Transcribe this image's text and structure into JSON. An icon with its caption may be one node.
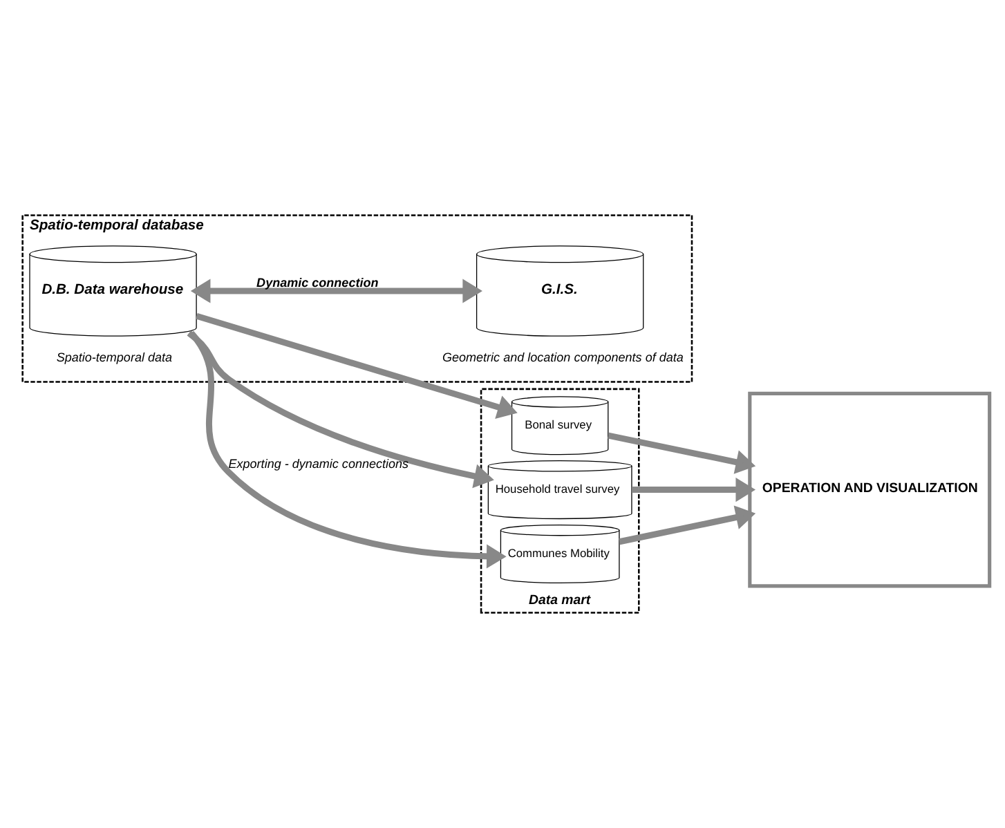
{
  "diagram": {
    "nodes": [
      {
        "text": [
          "Spatio-temporal database"
        ]
      },
      {
        "text": [
          "D.B. Data warehouse"
        ],
        "in": 0,
        "beside": [
          "Spatio-temporal data"
        ]
      },
      {
        "text": [
          "G.I.S."
        ],
        "in": 0,
        "beside": [
          "Geometric and location components of data"
        ]
      },
      {
        "text": [
          "Data mart"
        ]
      },
      {
        "text": [
          "Bonal survey"
        ],
        "in": 3
      },
      {
        "text": [
          "Household travel survey"
        ],
        "in": 3
      },
      {
        "text": [
          "Communes Mobility"
        ],
        "in": 3
      },
      {
        "text": [
          "OPERATION AND VISUALIZATION"
        ]
      }
    ],
    "edges": [
      {
        "from": 1,
        "to": 2,
        "arrow": "both",
        "label": "Dynamic connection"
      },
      {
        "from": 1,
        "to": 4,
        "arrow": "to"
      },
      {
        "from": 1,
        "to": 5,
        "arrow": "to"
      },
      {
        "from": 1,
        "to": 6,
        "arrow": "to",
        "label": "Exporting - dynamic connections"
      },
      {
        "from": 4,
        "to": 7,
        "arrow": "to"
      },
      {
        "from": 5,
        "to": 7,
        "arrow": "to"
      },
      {
        "from": 6,
        "to": 7,
        "arrow": "to"
      }
    ]
  }
}
